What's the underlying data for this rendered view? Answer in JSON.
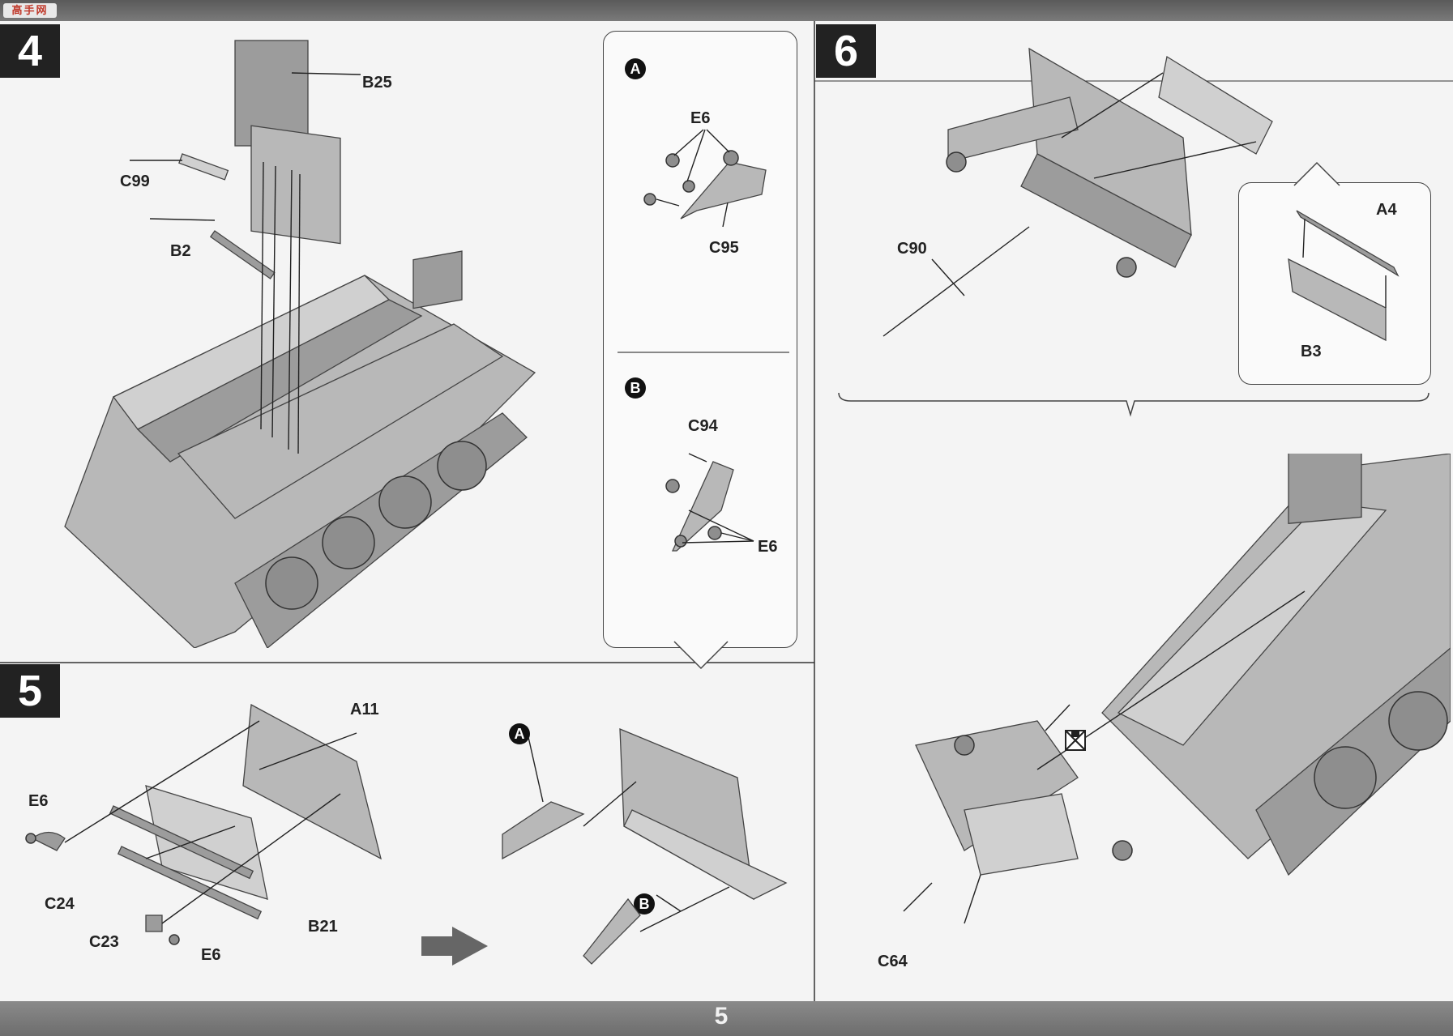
{
  "page_number": "5",
  "watermark": "高手网",
  "steps": [
    {
      "number": "4",
      "labels": {
        "b25": "B25",
        "c99": "C99",
        "b2": "B2"
      }
    },
    {
      "number": "5",
      "labels": {
        "a11": "A11",
        "e6_top": "E6",
        "c24": "C24",
        "c23": "C23",
        "b21": "B21",
        "e6_bottom": "E6"
      }
    },
    {
      "number": "6",
      "labels": {
        "c90": "C90",
        "a4": "A4",
        "b3": "B3",
        "c64": "C64"
      }
    }
  ],
  "subassemblies": {
    "A": {
      "marker": "A",
      "labels": {
        "e6": "E6",
        "c95": "C95"
      }
    },
    "B": {
      "marker": "B",
      "labels": {
        "c94": "C94",
        "e6": "E6"
      }
    }
  },
  "step5_markers": {
    "a": "A",
    "b": "B"
  },
  "icons": [
    "glue-icon",
    "arrow-right-icon"
  ],
  "colors": {
    "part": "#b8b8b8",
    "line": "#222222",
    "bar": "#6d6d6d"
  }
}
